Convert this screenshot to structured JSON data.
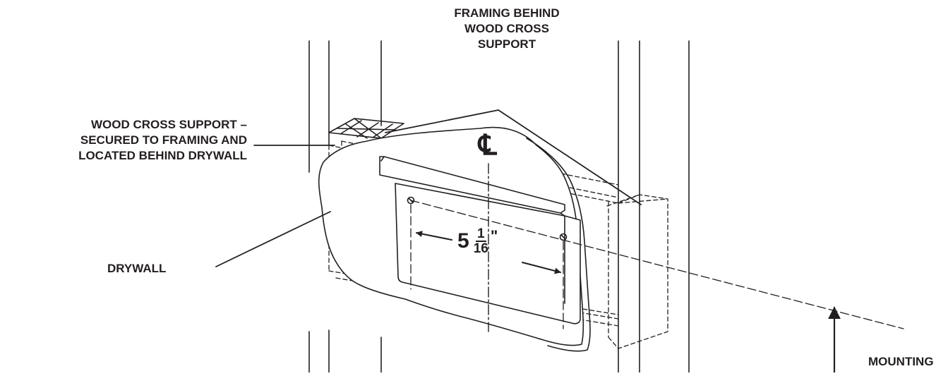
{
  "labels": {
    "framing_behind": [
      "FRAMING BEHIND",
      "WOOD CROSS",
      "SUPPORT"
    ],
    "wood_cross_support": [
      "WOOD CROSS SUPPORT –",
      "SECURED TO FRAMING AND",
      "LOCATED BEHIND DRYWALL"
    ],
    "drywall": "DRYWALL",
    "mounting": "MOUNTING",
    "centerline_symbol": "℄"
  },
  "dimension": {
    "whole": "5",
    "numerator": "1",
    "denominator": "16",
    "unit": "\""
  },
  "colors": {
    "line": "#231f20",
    "background": "#ffffff"
  },
  "icons": [
    "screw-icon",
    "arrow-icon",
    "centerline-icon"
  ]
}
